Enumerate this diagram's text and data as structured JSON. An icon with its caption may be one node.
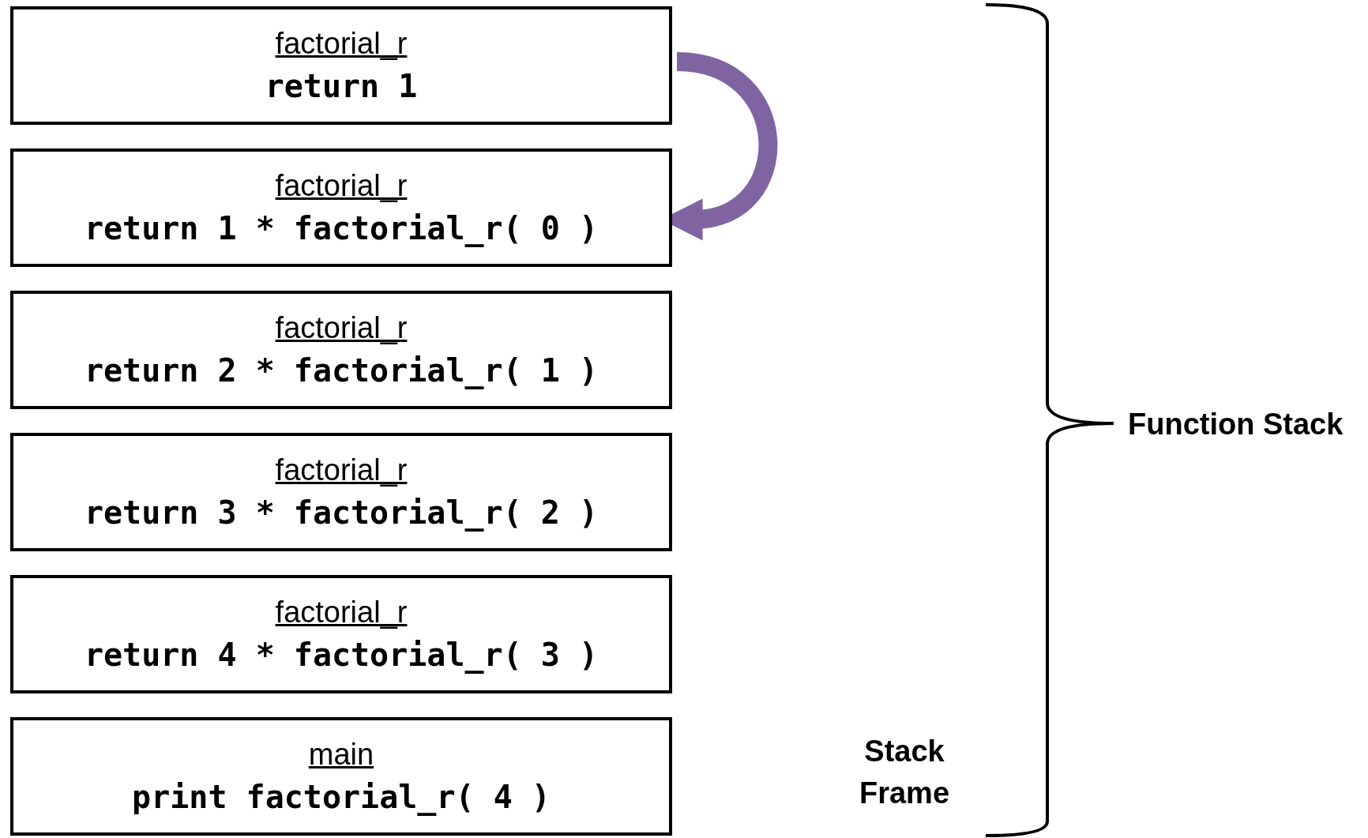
{
  "diagram": {
    "nodes": [
      {
        "text": [
          "factorial_r",
          "return 1"
        ]
      },
      {
        "text": [
          "factorial_r",
          "return 1 * factorial_r( 0 )"
        ]
      },
      {
        "text": [
          "factorial_r",
          "return 2 * factorial_r( 1 )"
        ]
      },
      {
        "text": [
          "factorial_r",
          "return 3 * factorial_r( 2 )"
        ]
      },
      {
        "text": [
          "factorial_r",
          "return 4 * factorial_r( 3 )"
        ]
      },
      {
        "text": [
          "main",
          "print factorial_r( 4 )"
        ]
      }
    ],
    "edges": [
      {
        "from": 0,
        "to": 1,
        "arrow": "to",
        "color": "#8064a2"
      }
    ],
    "labels": [
      "Function Stack",
      "Stack Frame"
    ]
  }
}
